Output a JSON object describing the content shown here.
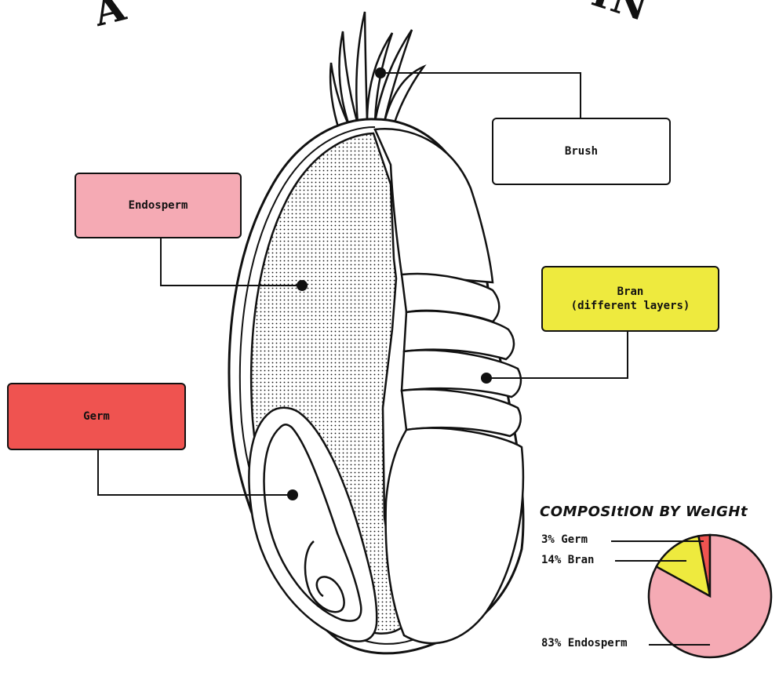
{
  "title": {
    "left_fragment": "A",
    "right_fragment": "IN"
  },
  "labels": {
    "brush": "Brush",
    "endosperm": "Endosperm",
    "bran": "Bran\n(different layers)",
    "germ": "Germ"
  },
  "colors": {
    "endosperm": "#f5aab4",
    "bran": "#eeea3e",
    "germ": "#ef5350",
    "outline": "#111111"
  },
  "composition": {
    "heading": "COMPOSItION BY WeIGHt",
    "items": [
      {
        "label": "3% Germ",
        "percent": 3,
        "color": "#ef5350"
      },
      {
        "label": "14% Bran",
        "percent": 14,
        "color": "#eeea3e"
      },
      {
        "label": "83% Endosperm",
        "percent": 83,
        "color": "#f5aab4"
      }
    ]
  }
}
